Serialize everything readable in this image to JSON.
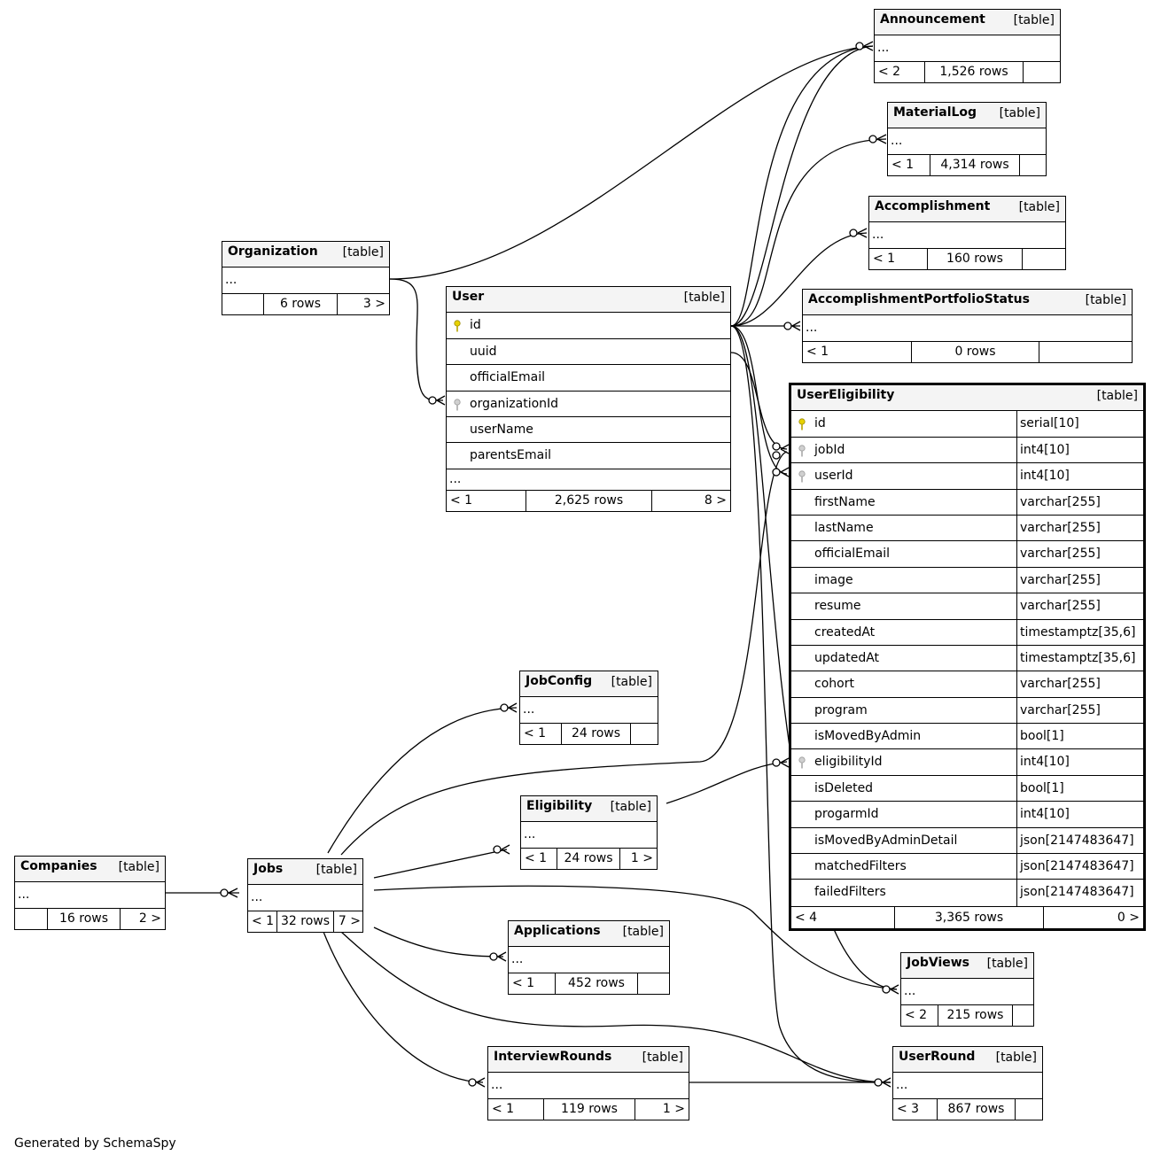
{
  "footer": "Generated by SchemaSpy",
  "tables": {
    "announcement": {
      "name": "Announcement",
      "type": "[table]",
      "ellipsis": "...",
      "foot": [
        "< 2",
        "1,526 rows",
        ""
      ]
    },
    "materiallog": {
      "name": "MaterialLog",
      "type": "[table]",
      "ellipsis": "...",
      "foot": [
        "< 1",
        "4,314 rows",
        ""
      ]
    },
    "accomplishment": {
      "name": "Accomplishment",
      "type": "[table]",
      "ellipsis": "...",
      "foot": [
        "< 1",
        "160 rows",
        ""
      ]
    },
    "aps": {
      "name": "AccomplishmentPortfolioStatus",
      "type": "[table]",
      "ellipsis": "...",
      "foot": [
        "< 1",
        "0 rows",
        ""
      ]
    },
    "organization": {
      "name": "Organization",
      "type": "[table]",
      "ellipsis": "...",
      "foot": [
        "",
        "6 rows",
        "3 >"
      ]
    },
    "user": {
      "name": "User",
      "type": "[table]",
      "columns": [
        "id",
        "uuid",
        "officialEmail",
        "organizationId",
        "userName",
        "parentsEmail"
      ],
      "ellipsis": "...",
      "foot": [
        "< 1",
        "2,625 rows",
        "8 >"
      ]
    },
    "usereligibility": {
      "name": "UserEligibility",
      "type": "[table]",
      "columns": [
        {
          "n": "id",
          "t": "serial[10]"
        },
        {
          "n": "jobId",
          "t": "int4[10]"
        },
        {
          "n": "userId",
          "t": "int4[10]"
        },
        {
          "n": "firstName",
          "t": "varchar[255]"
        },
        {
          "n": "lastName",
          "t": "varchar[255]"
        },
        {
          "n": "officialEmail",
          "t": "varchar[255]"
        },
        {
          "n": "image",
          "t": "varchar[255]"
        },
        {
          "n": "resume",
          "t": "varchar[255]"
        },
        {
          "n": "createdAt",
          "t": "timestamptz[35,6]"
        },
        {
          "n": "updatedAt",
          "t": "timestamptz[35,6]"
        },
        {
          "n": "cohort",
          "t": "varchar[255]"
        },
        {
          "n": "program",
          "t": "varchar[255]"
        },
        {
          "n": "isMovedByAdmin",
          "t": "bool[1]"
        },
        {
          "n": "eligibilityId",
          "t": "int4[10]"
        },
        {
          "n": "isDeleted",
          "t": "bool[1]"
        },
        {
          "n": "progarmId",
          "t": "int4[10]"
        },
        {
          "n": "isMovedByAdminDetail",
          "t": "json[2147483647]"
        },
        {
          "n": "matchedFilters",
          "t": "json[2147483647]"
        },
        {
          "n": "failedFilters",
          "t": "json[2147483647]"
        }
      ],
      "foot": [
        "< 4",
        "3,365 rows",
        "0 >"
      ]
    },
    "jobconfig": {
      "name": "JobConfig",
      "type": "[table]",
      "ellipsis": "...",
      "foot": [
        "< 1",
        "24 rows",
        ""
      ]
    },
    "eligibility": {
      "name": "Eligibility",
      "type": "[table]",
      "ellipsis": "...",
      "foot": [
        "< 1",
        "24 rows",
        "1 >"
      ]
    },
    "companies": {
      "name": "Companies",
      "type": "[table]",
      "ellipsis": "...",
      "foot": [
        "",
        "16 rows",
        "2 >"
      ]
    },
    "jobs": {
      "name": "Jobs",
      "type": "[table]",
      "ellipsis": "...",
      "foot": [
        "< 1",
        "32 rows",
        "7 >"
      ]
    },
    "applications": {
      "name": "Applications",
      "type": "[table]",
      "ellipsis": "...",
      "foot": [
        "< 1",
        "452 rows",
        ""
      ]
    },
    "jobviews": {
      "name": "JobViews",
      "type": "[table]",
      "ellipsis": "...",
      "foot": [
        "< 2",
        "215 rows",
        ""
      ]
    },
    "interviewrounds": {
      "name": "InterviewRounds",
      "type": "[table]",
      "ellipsis": "...",
      "foot": [
        "< 1",
        "119 rows",
        "1 >"
      ]
    },
    "userround": {
      "name": "UserRound",
      "type": "[table]",
      "ellipsis": "...",
      "foot": [
        "< 3",
        "867 rows",
        ""
      ]
    }
  }
}
